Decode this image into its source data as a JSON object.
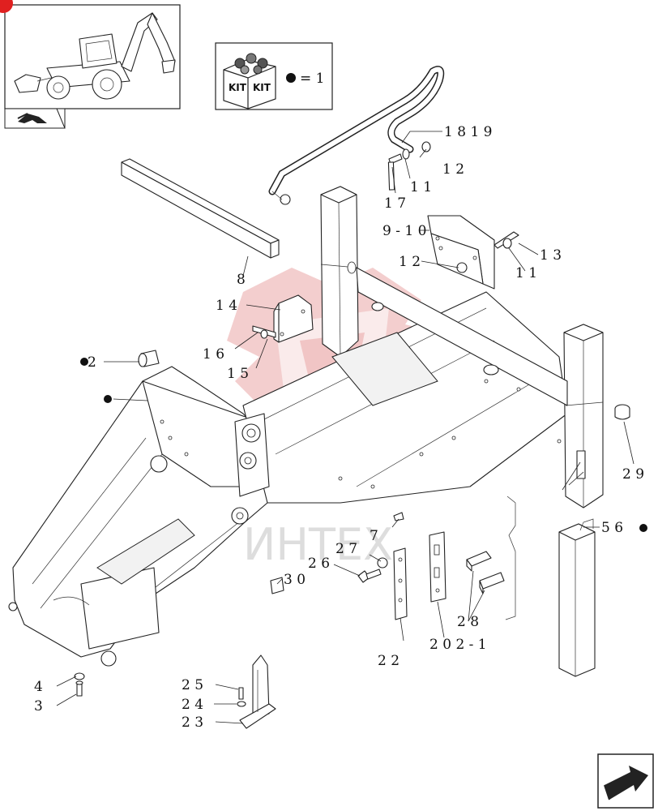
{
  "thumbnail": {
    "badge_color": "#e02020"
  },
  "kit_box": {
    "kit_label_1": "KIT",
    "kit_label_2": "KIT",
    "legend": "= 1"
  },
  "watermark": {
    "text": "ИНТЕХ",
    "color": "#e9a5a5"
  },
  "callouts": {
    "c1819": "1 8 1 9",
    "c12a": "1 2",
    "c11a": "1 1",
    "c17": "1 7",
    "c910": "9 - 1 0",
    "c12b": "1 2",
    "c13": "1 3",
    "c11b": "1 1",
    "c8": "8",
    "c14": "1 4",
    "c16": "1 6",
    "c15": "1 5",
    "c2": "2",
    "c29": "2 9",
    "c56": "5 6",
    "c7": "7",
    "c27": "2 7",
    "c26": "2 6",
    "c30": "3 0",
    "c28": "2 8",
    "c22": "2 2",
    "c201": "2 0 2 - 1",
    "c4": "4",
    "c3": "3",
    "c25": "2 5",
    "c24": "2 4",
    "c23": "2 3"
  },
  "icons": [
    "tractor-thumbnail-icon",
    "kit-box-icon",
    "dot-bullet-icon",
    "next-page-arrow-icon",
    "return-arrow-icon"
  ]
}
